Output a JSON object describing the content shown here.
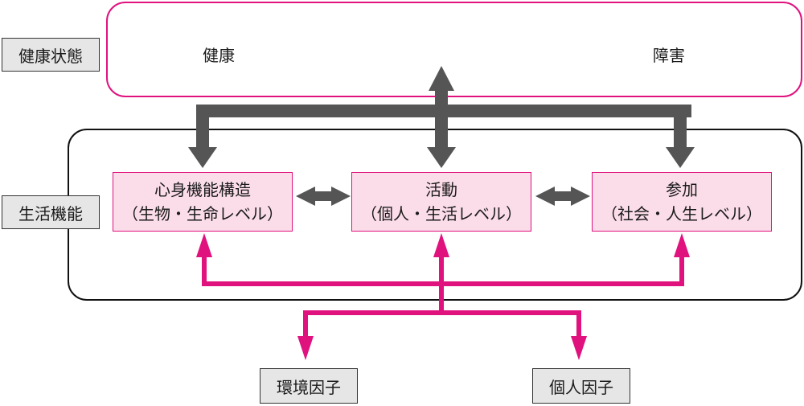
{
  "labels": {
    "health_status": "健康状態",
    "living_function": "生活機能"
  },
  "health": {
    "left": "健康",
    "right": "障害"
  },
  "functions": [
    {
      "title": "心身機能構造",
      "sub": "（生物・生命レベル）"
    },
    {
      "title": "活動",
      "sub": "（個人・生活レベル）"
    },
    {
      "title": "参加",
      "sub": "（社会・人生レベル）"
    }
  ],
  "factors": [
    {
      "label": "環境因子"
    },
    {
      "label": "個人因子"
    }
  ],
  "colors": {
    "accent": "#e0127e",
    "box_fill": "#fbdde9",
    "arrow_gray": "#555555",
    "label_fill": "#e6e6e6"
  }
}
